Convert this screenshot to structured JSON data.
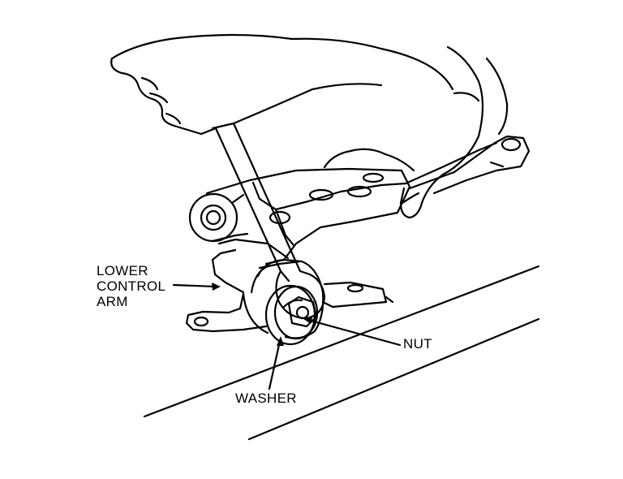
{
  "labels": {
    "lower_control_arm": [
      "LOWER",
      "CONTROL",
      "ARM"
    ],
    "nut": "NUT",
    "washer": "WASHER"
  },
  "colors": {
    "ink": "#000000",
    "paper": "#ffffff"
  }
}
